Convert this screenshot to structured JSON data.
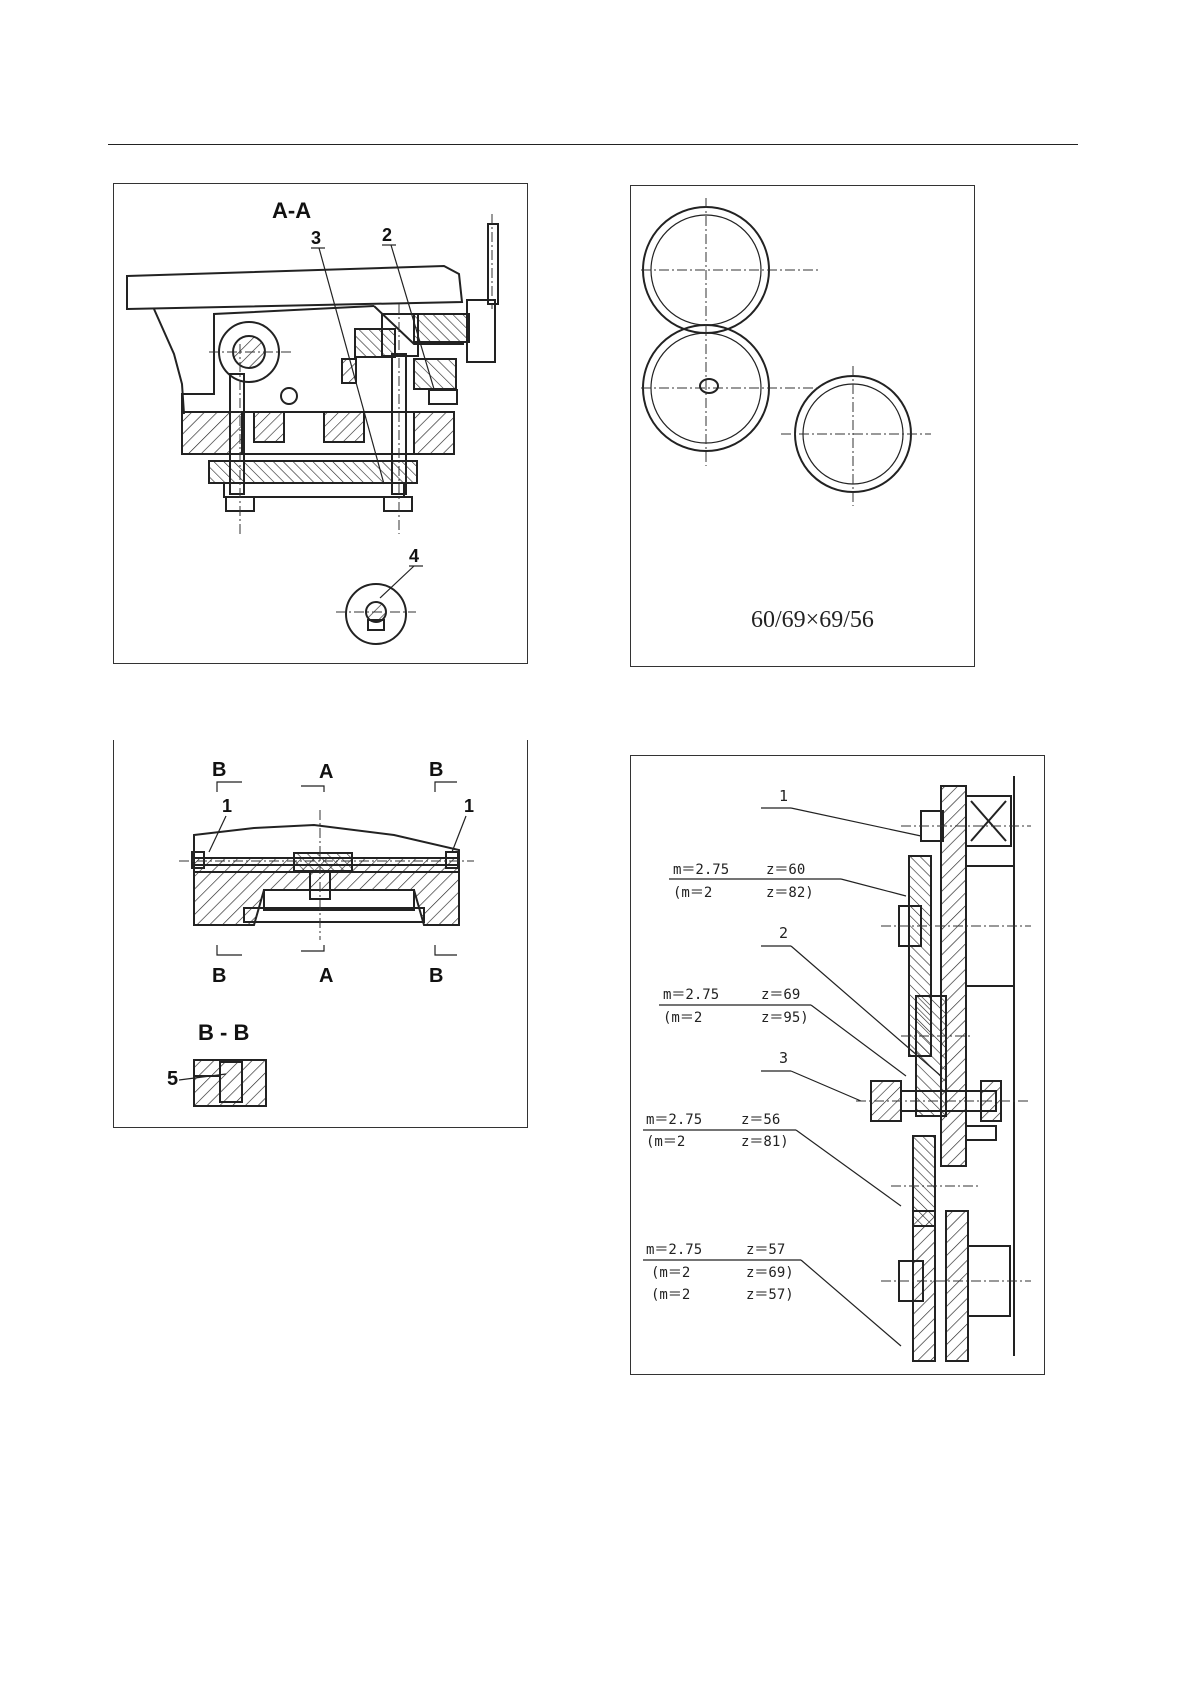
{
  "fig1": {
    "section_title": "A-A",
    "callouts": [
      "3",
      "2",
      "4"
    ]
  },
  "fig2": {
    "ratio_text": "60/69×69/56"
  },
  "fig3": {
    "section_marks": {
      "top_left": "B",
      "top_center": "A",
      "top_right": "B",
      "bottom_left": "B",
      "bottom_center": "A",
      "bottom_right": "B"
    },
    "callouts": [
      "1",
      "1",
      "5"
    ],
    "section_title": "B - B"
  },
  "fig4": {
    "callouts": [
      "1",
      "2",
      "3"
    ],
    "gear_specs": [
      {
        "primary_m": "m＝2.75",
        "primary_z": "z＝60",
        "alt_m": "(m＝2",
        "alt_z": "z＝82)"
      },
      {
        "primary_m": "m＝2.75",
        "primary_z": "z＝69",
        "alt_m": "(m＝2",
        "alt_z": "z＝95)"
      },
      {
        "primary_m": "m＝2.75",
        "primary_z": "z＝56",
        "alt_m": "(m＝2",
        "alt_z": "z＝81)"
      },
      {
        "primary_m": "m＝2.75",
        "primary_z": "z＝57",
        "alt_m": "(m＝2",
        "alt_z": "z＝69)",
        "alt2_m": "(m＝2",
        "alt2_z": "z＝57)"
      }
    ]
  }
}
